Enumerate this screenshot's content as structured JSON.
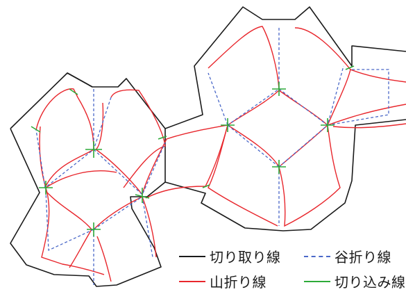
{
  "legend": {
    "cut": "切り取り線",
    "valley": "谷折り線",
    "mountain": "山折り線",
    "slit": "切り込み線"
  },
  "colors": {
    "cut": "#1a1a1a",
    "mountain": "#e8262c",
    "valley": "#4a68c8",
    "slit": "#2daa38"
  }
}
